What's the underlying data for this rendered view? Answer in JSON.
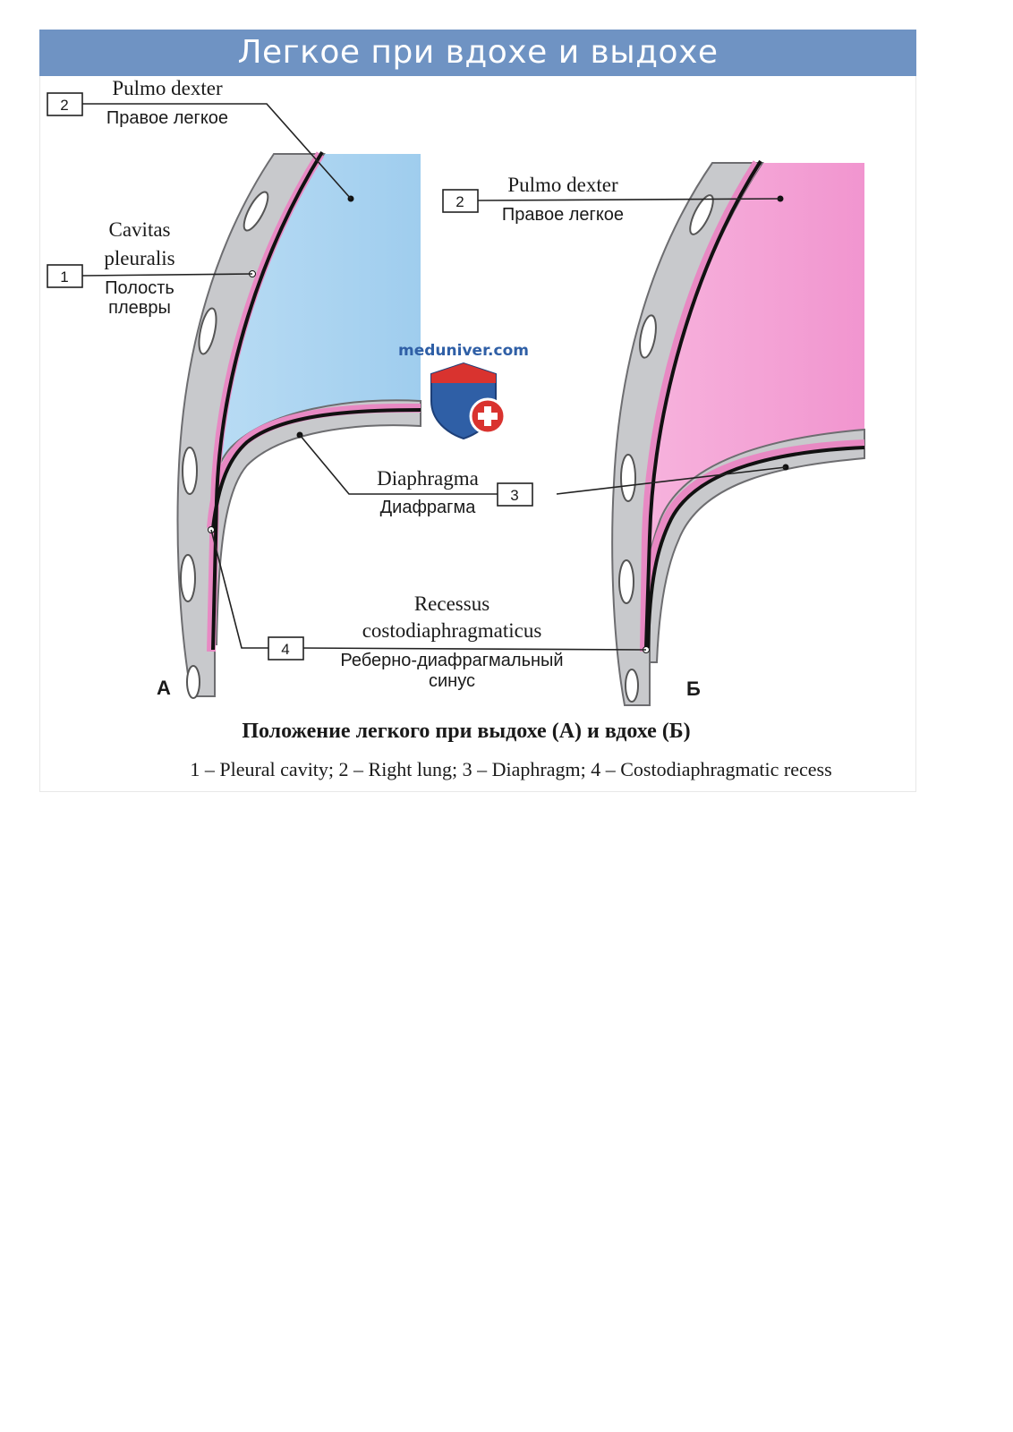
{
  "title": "Легкое при вдохе и выдохе",
  "panel_a": {
    "letter": "А",
    "callout_lung": {
      "num": "2",
      "latin": "Pulmo dexter",
      "ru": "Правое легкое"
    },
    "callout_cavity": {
      "num": "1",
      "latin_1": "Cavitas",
      "latin_2": "pleuralis",
      "ru_1": "Полость",
      "ru_2": "плевры"
    },
    "callout_recess": {
      "num": "4",
      "latin_1": "Recessus",
      "latin_2": "costodiaphragmaticus",
      "ru_1": "Реберно-диафрагмальный",
      "ru_2": "синус"
    }
  },
  "panel_b": {
    "letter": "Б",
    "callout_lung": {
      "num": "2",
      "latin": "Pulmo dexter",
      "ru": "Правое легкое"
    }
  },
  "callout_diaphragm": {
    "num": "3",
    "latin": "Diaphragma",
    "ru": "Диафрагма"
  },
  "watermark": "meduniver.com",
  "caption": "Положение легкого при выдохе (А) и вдохе (Б)",
  "legend": "1 – Pleural cavity; 2 – Right lung; 3 – Diaphragm; 4 – Costodiaphragmatic recess",
  "colors": {
    "banner": "#6f93c3",
    "lung_exhale": "#a9d4f2",
    "lung_inhale": "#f4a3d6",
    "pleura": "#e889c3",
    "rib_wall": "#c8c9cc"
  }
}
